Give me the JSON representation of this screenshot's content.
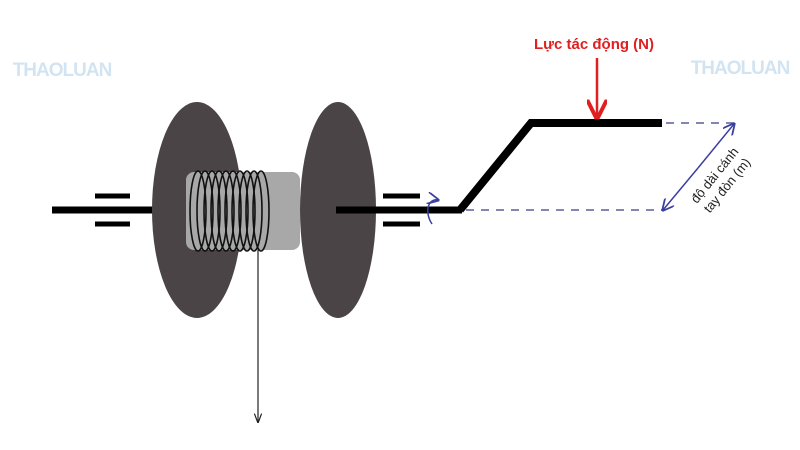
{
  "labels": {
    "force": "Lực tác động (N)",
    "arm_line1": "độ dài cánh",
    "arm_line2": "tay đòn (m)"
  },
  "watermark": "THAOLUAN",
  "colors": {
    "force": "#e02020",
    "dimension": "#3a3fa0",
    "disc": "#4a4446",
    "drum": "#a8a8a8",
    "shaft": "#000000"
  }
}
